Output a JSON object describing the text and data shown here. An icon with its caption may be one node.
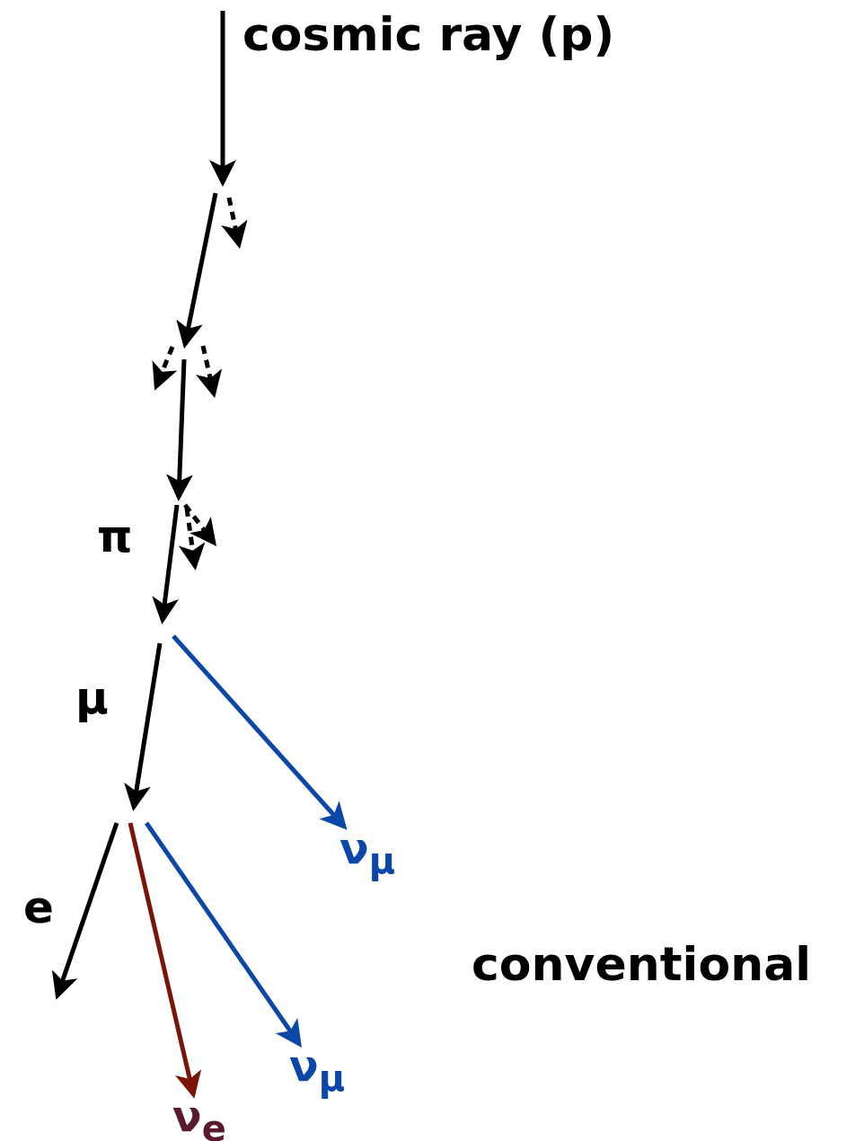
{
  "diagram": {
    "nodes": [
      {
        "text": [
          "ν$_{μ}$"
        ]
      },
      {
        "text": [
          "ν$_{μ}$"
        ]
      },
      {
        "text": [
          "ν$_{e}$"
        ]
      }
    ],
    "edges": [
      {
        "from": null,
        "to": 0,
        "arrow": "to",
        "color": "#0a47a8"
      },
      {
        "from": null,
        "to": 1,
        "arrow": "to",
        "color": "#0a47a8"
      },
      {
        "from": null,
        "to": 2,
        "arrow": "to",
        "color": "#7a1406"
      }
    ],
    "labels": [
      "cosmic ray (p)",
      "π",
      "μ",
      "e",
      "conventional"
    ]
  }
}
